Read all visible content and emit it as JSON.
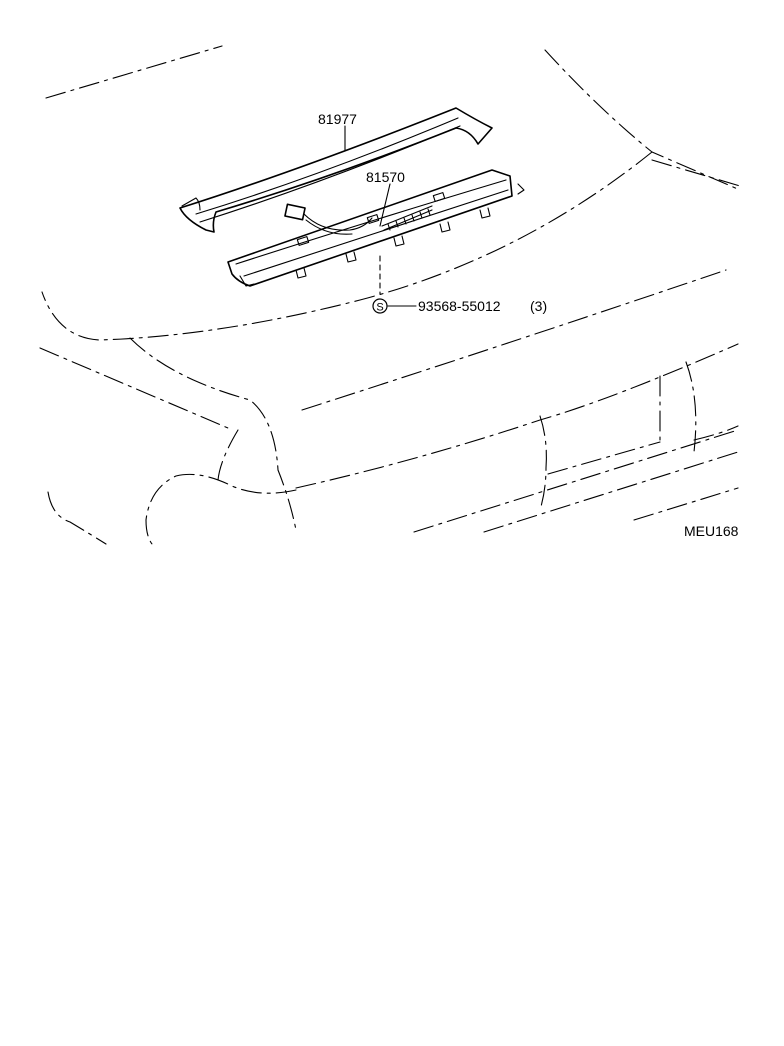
{
  "diagram": {
    "parts": [
      {
        "part_number": "81977"
      },
      {
        "part_number": "81570"
      }
    ],
    "fastener": {
      "symbol": "S",
      "part_number": "93568-55012",
      "quantity": "(3)"
    },
    "drawing_code": "MEU168"
  }
}
